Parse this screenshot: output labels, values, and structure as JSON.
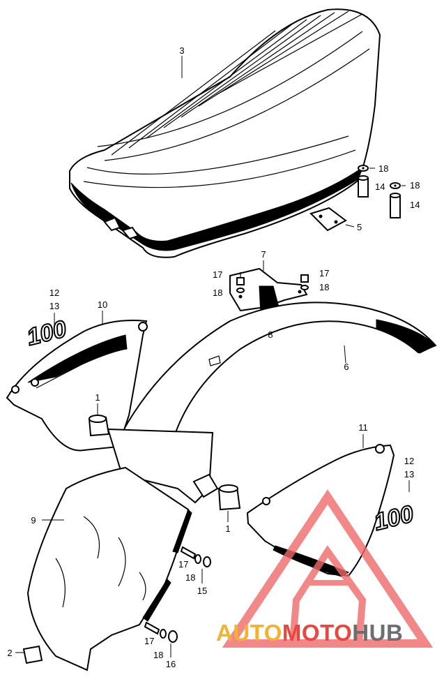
{
  "diagram": {
    "callouts": [
      {
        "id": "seat",
        "text": "3"
      },
      {
        "id": "washer-a",
        "text": "18"
      },
      {
        "id": "collar-a",
        "text": "14"
      },
      {
        "id": "washer-b",
        "text": "18"
      },
      {
        "id": "collar-b",
        "text": "14"
      },
      {
        "id": "bracket-plate",
        "text": "5"
      },
      {
        "id": "stay",
        "text": "7"
      },
      {
        "id": "bolt-a",
        "text": "17"
      },
      {
        "id": "washer-c",
        "text": "18"
      },
      {
        "id": "bolt-b",
        "text": "17"
      },
      {
        "id": "washer-d",
        "text": "18"
      },
      {
        "id": "grommet-a",
        "text": "8"
      },
      {
        "id": "fender",
        "text": "6"
      },
      {
        "id": "mark-a",
        "text": "12"
      },
      {
        "id": "emblem-a",
        "text": "13"
      },
      {
        "id": "left-cover",
        "text": "10"
      },
      {
        "id": "rubber-a",
        "text": "1"
      },
      {
        "id": "right-cover",
        "text": "11"
      },
      {
        "id": "mark-b",
        "text": "12"
      },
      {
        "id": "emblem-b",
        "text": "13"
      },
      {
        "id": "rubber-b",
        "text": "1"
      },
      {
        "id": "inner-fender",
        "text": "9"
      },
      {
        "id": "bolt-c",
        "text": "17"
      },
      {
        "id": "washer-e",
        "text": "18"
      },
      {
        "id": "nut-a",
        "text": "15"
      },
      {
        "id": "bolt-d",
        "text": "17"
      },
      {
        "id": "washer-f",
        "text": "18"
      },
      {
        "id": "nut-b",
        "text": "16"
      },
      {
        "id": "clip",
        "text": "2"
      }
    ],
    "emblem_left_text": "100",
    "emblem_right_text": "100"
  },
  "watermark": {
    "part1": "AUTO",
    "part2": "MOTO",
    "part3": "HUB",
    "color1": "#f2b233",
    "color2": "#e8473f",
    "color3": "#6d6e70",
    "logo_color": "#f06a6a"
  }
}
